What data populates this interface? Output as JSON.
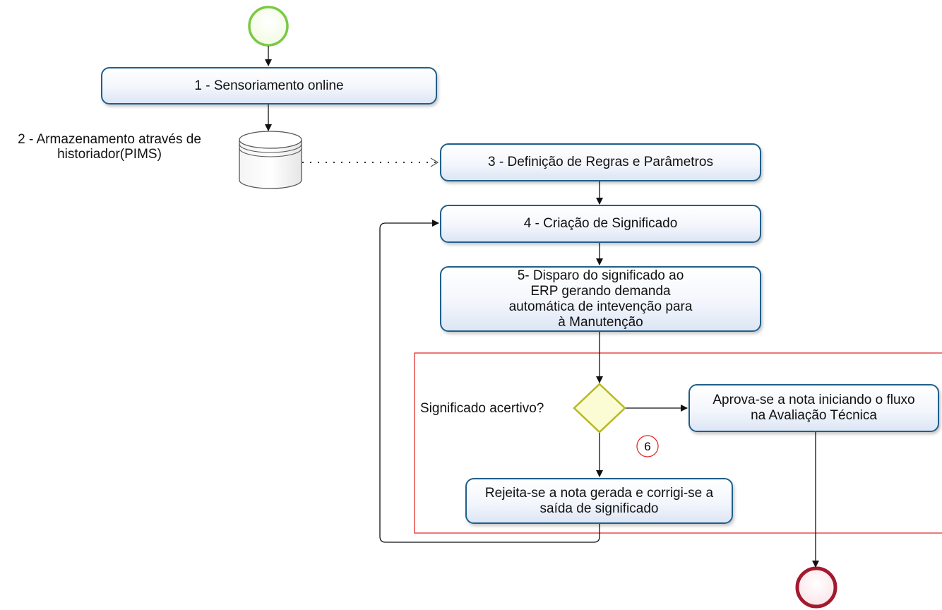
{
  "start_event": {
    "color": "#7ac943"
  },
  "end_event": {
    "color": "#a3192e"
  },
  "tasks": [
    {
      "label": "1 - Sensoriamento online"
    },
    {
      "label": "3 - Definição de Regras e Parâmetros"
    },
    {
      "label": "4 - Criação de Significado"
    },
    {
      "label": "5- Disparo  do significado ao ERP gerando demanda automática de intevenção para à Manutenção"
    },
    {
      "label": "Aprova-se a nota iniciando o fluxo na Avaliação Técnica"
    },
    {
      "label": "Rejeita-se a nota gerada e corrigi-se a saída de significado"
    }
  ],
  "data_store": {
    "label": "2 - Armazenamento através de historiador(PIMS)"
  },
  "gateway": {
    "label": "Significado acertivo?"
  },
  "group": {
    "marker": "6",
    "border_color": "#e02020"
  },
  "colors": {
    "task_border": "#1f5f8b",
    "gateway_border": "#b8b820",
    "gateway_fill": "#fbfbd4"
  }
}
